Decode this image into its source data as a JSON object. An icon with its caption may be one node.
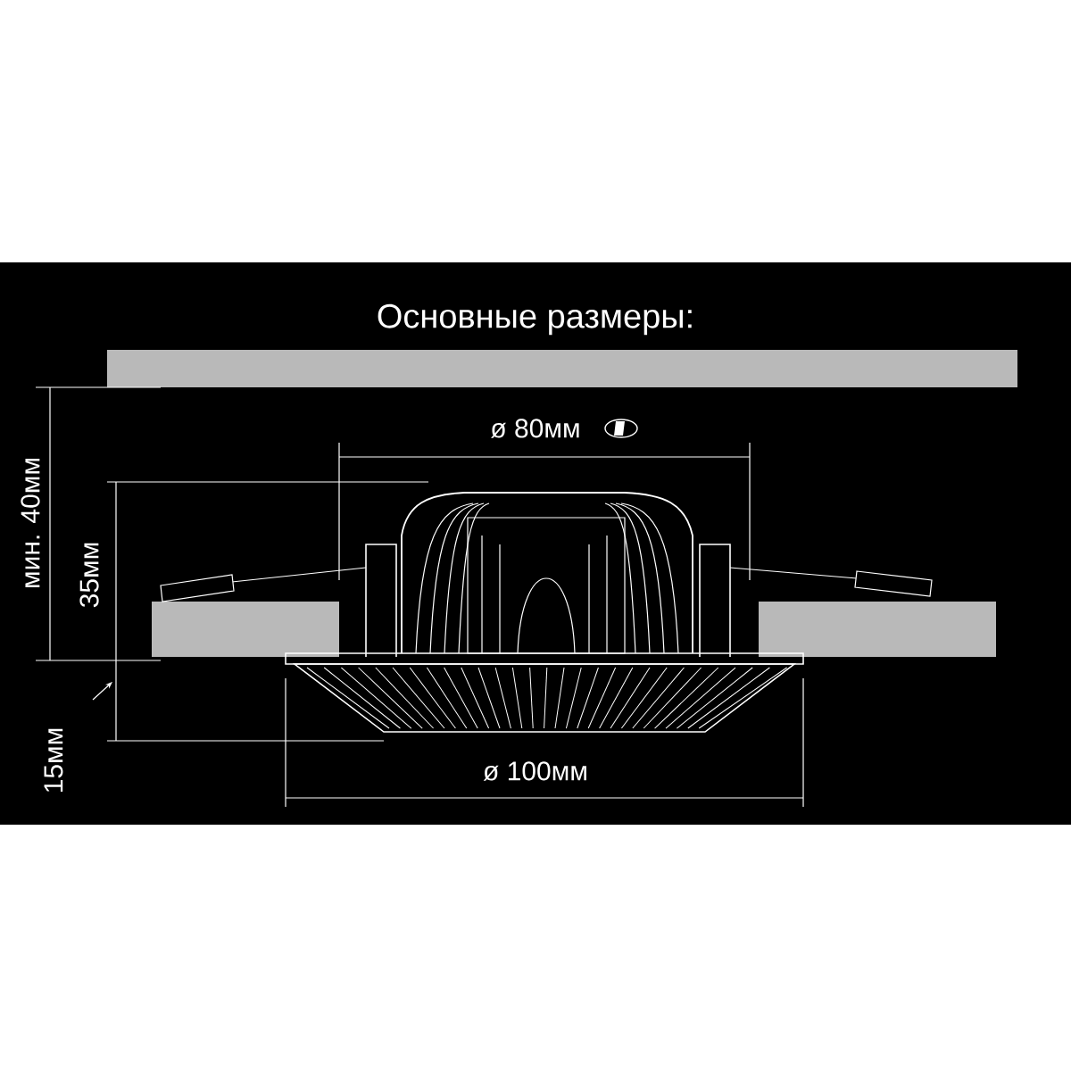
{
  "diagram": {
    "title": "Основные размеры:",
    "labels": [
      "ø 80мм",
      "мин. 40мм",
      "35мм",
      "15мм",
      "ø 100мм"
    ]
  }
}
